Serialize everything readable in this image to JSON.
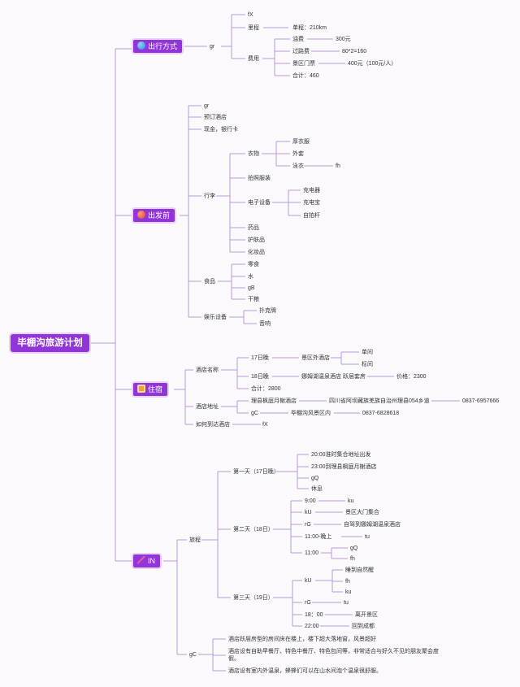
{
  "root": "毕棚沟旅游计划",
  "branches": {
    "b1": {
      "label": "出行方式",
      "icon": "globe-icon",
      "icon_color": "#2f8fe8"
    },
    "b2": {
      "label": "出发前",
      "icon": "red-circle-icon",
      "icon_color": "#e0452c"
    },
    "b3": {
      "label": "住宿",
      "icon": "hotel-icon",
      "icon_color": "#f0a23a"
    },
    "b4": {
      "label": "IN",
      "icon": "chart-icon",
      "icon_color": "#e05fa0"
    }
  },
  "travel": {
    "gr": "gr",
    "fx": "fX",
    "distance_label": "里程",
    "distance_value": "单程：210km",
    "cost_label": "费用",
    "fuel": "油费",
    "fuel_value": "300元",
    "toll": "过路费",
    "toll_value": "80*2=160",
    "ticket": "景区门票",
    "ticket_value": "400元（100元/人）",
    "total": "合计：460"
  },
  "prep": {
    "gr": "gr",
    "hotel": "预订酒店",
    "cash": "现金，银行卡",
    "luggage": "行李",
    "clothes": "衣物",
    "thick": "厚衣服",
    "coat": "外套",
    "swim": "泳衣",
    "fh": "fh",
    "photo_clothes": "拍照服装",
    "electronics": "电子设备",
    "charger": "充电器",
    "powerbank": "充电宝",
    "selfie": "自拍杆",
    "medicine": "药品",
    "skincare": "护肤品",
    "cosmetics": "化妆品",
    "food": "食品",
    "snacks": "零食",
    "water": "水",
    "gb": "gB",
    "ration": "干粮",
    "fun": "娱乐设备",
    "cards": "扑克牌",
    "speaker": "音响"
  },
  "stay": {
    "hotel_name": "酒店名称",
    "d17": "17日晚",
    "outside": "景区外酒店",
    "single": "单间",
    "standard": "标间",
    "d18": "18日晚",
    "lake": "娜姆湖温泉酒店 跃层套房",
    "price": "价格：2300",
    "total": "合计：2800",
    "address": "酒店地址",
    "addr1_name": "理县枫庭月榭酒店",
    "addr1_detail": "四川省阿坝藏族羌族自治州理县054乡道",
    "addr1_phone": "0837-6957666",
    "gc": "gC",
    "addr2_name": "毕棚沟风景区内",
    "addr2_phone": "0837-6828618",
    "how": "如何到达酒店",
    "fx": "fX"
  },
  "itinerary": {
    "trip": "旅程",
    "day1": "第一天（17日晚）",
    "d1a": "20:00准时集合地址出发",
    "d1b": "23:00到理县枫庭月榭酒店",
    "d1c": "gQ",
    "d1d": "休息",
    "day2": "第二天（18日）",
    "d2a": "9:00",
    "d2a_v": "ku",
    "d2b": "kU",
    "d2b_v": "景区大门集合",
    "d2c": "rG",
    "d2c_v": "自驾到娜姆湖温泉酒店",
    "d2d": "11:00-晚上",
    "d2d_v": "tu",
    "d2e": "11:00",
    "d2e_v1": "gQ",
    "d2e_v2": "fh",
    "day3": "第三天（19日）",
    "d3a": "kU",
    "d3a_v1": "睡到自然醒",
    "d3a_v2": "fh",
    "d3a_v3": "ku",
    "d3b": "rG",
    "d3b_v": "tu",
    "d3c": "18：00",
    "d3c_v": "离开景区",
    "d3d": "22:00",
    "d3d_v": "回到成都",
    "gc": "gC",
    "note1": "酒店跃层房型的房间床在楼上，楼下超大落地窗，风景超好",
    "note2": "酒店设有自助早餐厅、特色中餐厅、特色包间等，非常适合与好久不见的朋友聚会度假。",
    "note3": "酒店设有室内外温泉，蜂蜂们可以在山水间泡个温泉很舒服。"
  }
}
